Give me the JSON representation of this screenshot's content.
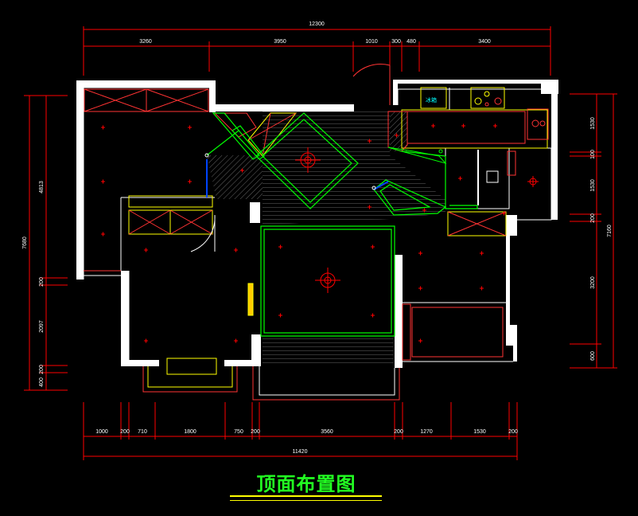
{
  "title": "顶面布置图",
  "dimensions": {
    "top_total": "12300",
    "top_segments": [
      "3260",
      "3950",
      "1010",
      "300",
      "480",
      "3400"
    ],
    "bottom_total": "11420",
    "bottom_segments": [
      "1000",
      "200",
      "710",
      "1800",
      "750",
      "200",
      "3560",
      "200",
      "1270",
      "1530",
      "200"
    ],
    "left_total": "7680",
    "left_segments": [
      "4813",
      "200",
      "2097",
      "200",
      "400"
    ],
    "right_total": "7160",
    "right_segments": [
      "1530",
      "100",
      "1530",
      "200",
      "3200",
      "600"
    ]
  },
  "labels": {
    "appliance_tag": "冰箱"
  },
  "colors": {
    "wall": "#ffffff",
    "dimension": "#ff0000",
    "ceiling_outline": "#00ff00",
    "light": "#ff0000",
    "cabinet": "#ffff00",
    "hatch": "#777777",
    "title": "#22ff22"
  }
}
